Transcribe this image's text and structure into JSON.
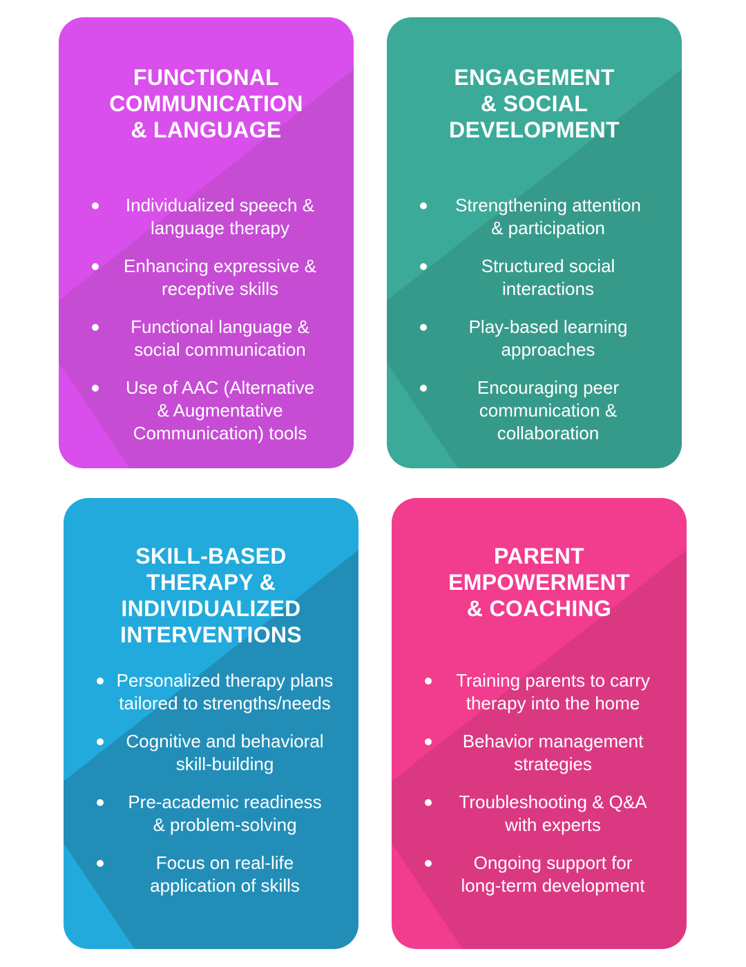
{
  "cards": [
    {
      "title": "FUNCTIONAL\nCOMMUNICATION\n& LANGUAGE",
      "light": "#D94FEB",
      "dark": "#C64CD4",
      "items": [
        "Individualized speech &\nlanguage therapy",
        "Enhancing expressive &\nreceptive skills",
        "Functional language &\nsocial communication",
        "Use of AAC (Alternative\n& Augmentative\nCommunication) tools"
      ]
    },
    {
      "title": "ENGAGEMENT\n& SOCIAL\nDEVELOPMENT",
      "light": "#3BAA98",
      "dark": "#369A8A",
      "items": [
        "Strengthening attention\n& participation",
        "Structured social\ninteractions",
        "Play-based learning\napproaches",
        "Encouraging peer\ncommunication &\ncollaboration"
      ]
    },
    {
      "title": "SKILL-BASED\nTHERAPY &\nINDIVIDUALIZED\nINTERVENTIONS",
      "light": "#22AADC",
      "dark": "#228EB8",
      "items": [
        "Personalized therapy plans\ntailored to strengths/needs",
        "Cognitive and behavioral\nskill-building",
        "Pre-academic readiness\n& problem-solving",
        "Focus on real-life\napplication of skills"
      ]
    },
    {
      "title": "PARENT\nEMPOWERMENT\n& COACHING",
      "light": "#F23C8E",
      "dark": "#DB3882",
      "items": [
        "Training parents to carry\ntherapy into the home",
        "Behavior management\nstrategies",
        "Troubleshooting & Q&A\nwith experts",
        "Ongoing support for\nlong-term development"
      ]
    }
  ]
}
